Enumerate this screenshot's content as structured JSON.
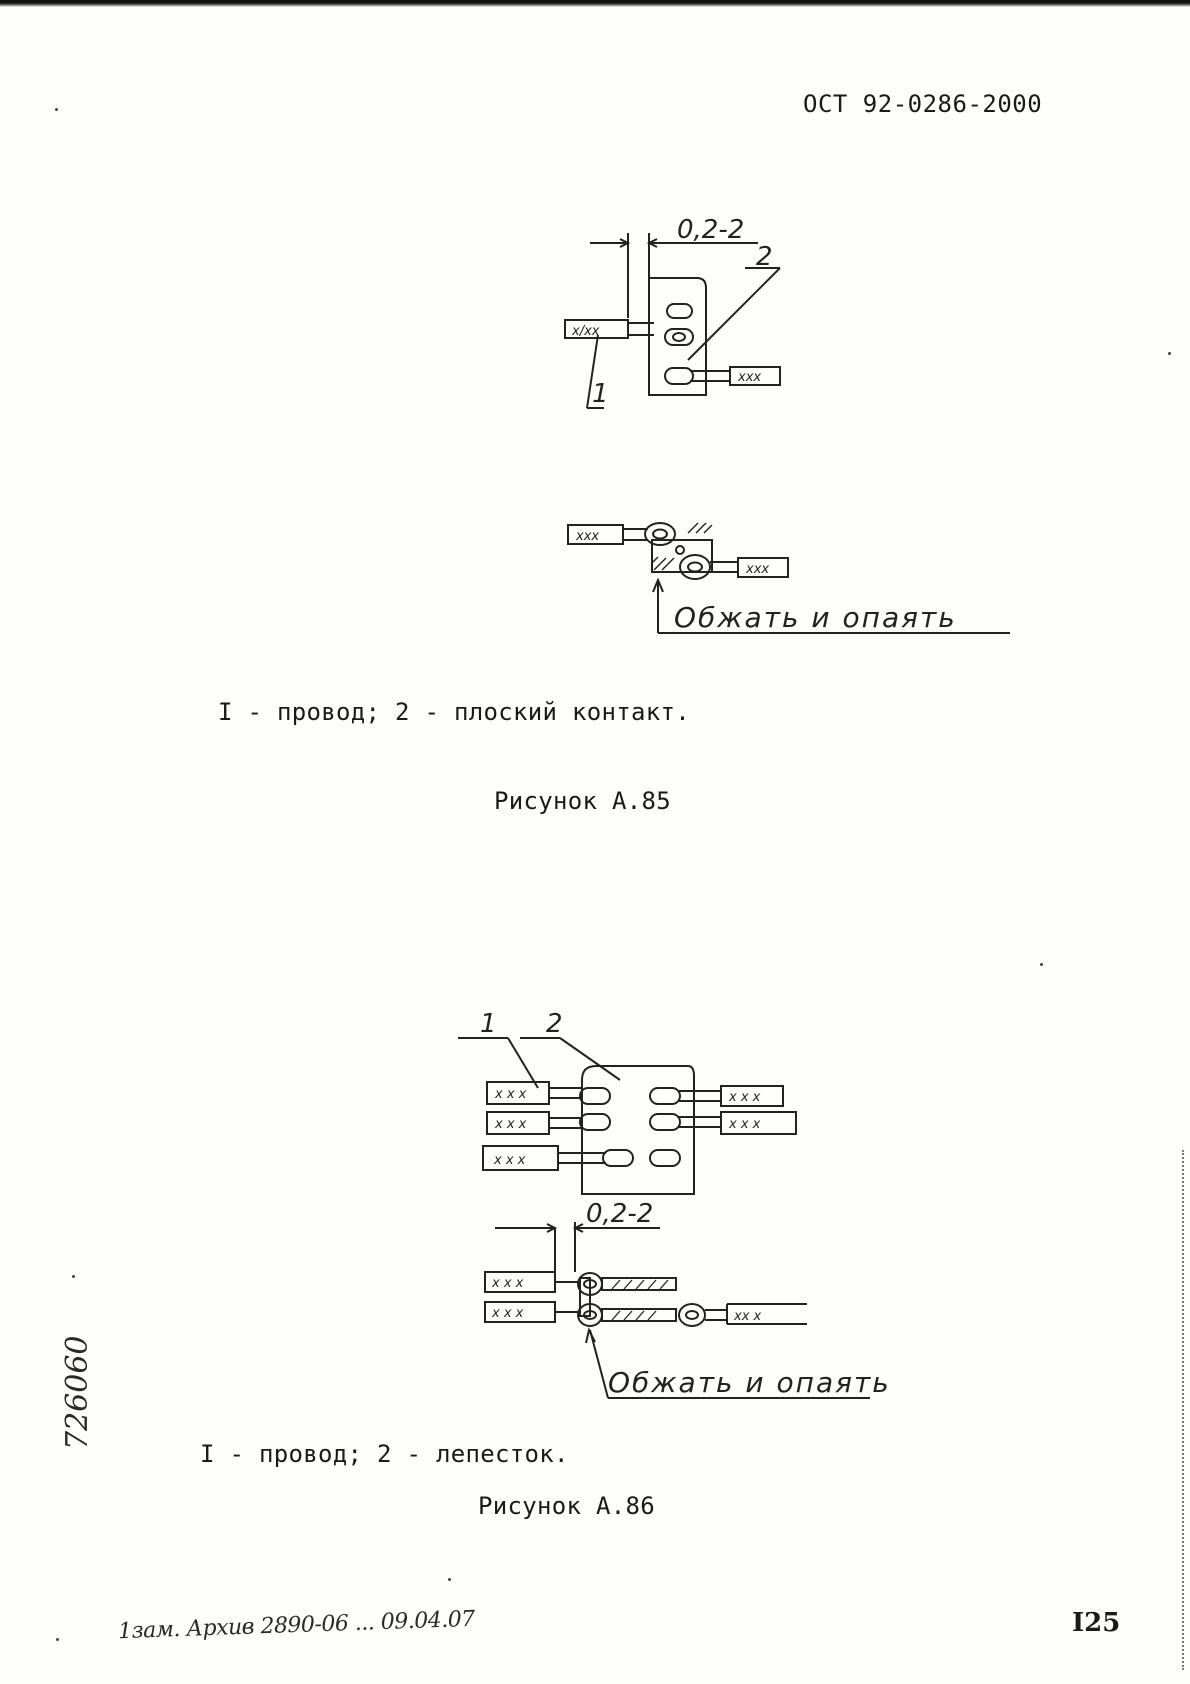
{
  "header": {
    "doc_code": "ОСТ 92-0286-2000"
  },
  "figure_85": {
    "dimension": "0,2-2",
    "callout_1": "1",
    "callout_2": "2",
    "wire_mark_left": "x/xx",
    "wire_mark_right": "xxx",
    "wire_mark_bottom_left": "xxx",
    "wire_mark_bottom_right": "xxx",
    "note": "Обжать и опаять",
    "legend": "I - провод; 2 - плоский контакт.",
    "caption": "Рисунок А.85"
  },
  "figure_86": {
    "dimension": "0,2-2",
    "callout_1": "1",
    "callout_2": "2",
    "wire_mark": "x x x",
    "wire_mark_bottom_right": "xx x",
    "note": "Обжать и опаять",
    "legend": "I - провод; 2 - лепесток.",
    "caption": "Рисунок А.86"
  },
  "margin": {
    "inventory_number": "726060",
    "change_note": "1зам. Архив 2890-06 ... 09.04.07"
  },
  "footer": {
    "page_number": "I25"
  }
}
